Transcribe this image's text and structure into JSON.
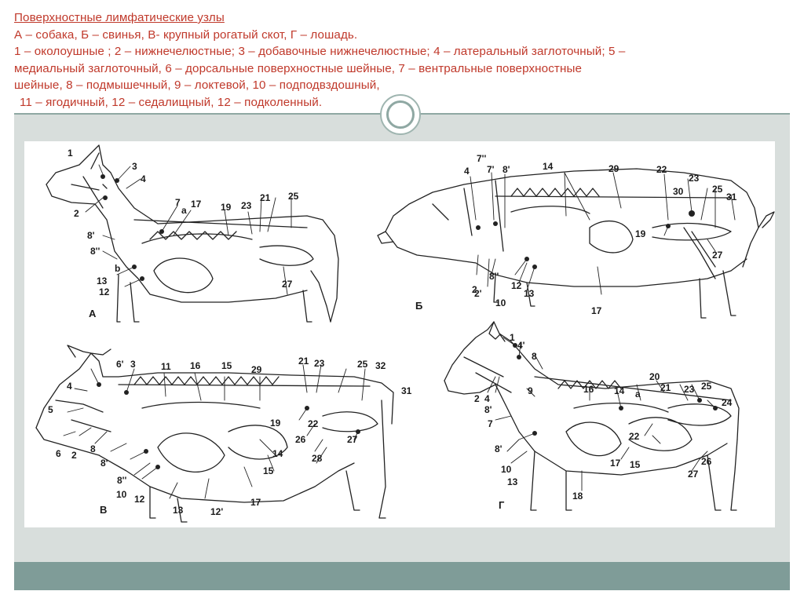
{
  "slide": {
    "title_lines": [
      "Поверхностные лимфатические узлы",
      "А – собака, Б – свинья, В- крупный рогатый скот, Г – лошадь.",
      "1 – околоушные ; 2 – нижнечелюстные; 3 – добавочные нижнечелюстные; 4 – латеральный заглоточный; 5 –",
      "медиальный заглоточный, 6 – дорсальные поверхностные шейные, 7 – вентральные поверхностные",
      "шейные, 8 – подмышечный, 9 – локтевой, 10 – подподвздошный,",
      "11 – ягодичный, 12 – седалищный, 12 – подколенный."
    ],
    "title_color": "#c0392b",
    "band_color": "#d8dedc",
    "bar_color": "#7f9c98"
  },
  "figure": {
    "panels": [
      {
        "letter": "А",
        "labels": [
          "1",
          "3",
          "4",
          "2",
          "7",
          "a",
          "17",
          "19",
          "23",
          "21",
          "25",
          "8'",
          "8''",
          "b",
          "13",
          "12",
          "27"
        ]
      },
      {
        "letter": "Б",
        "labels": [
          "7''",
          "4",
          "7'",
          "8'",
          "14",
          "29",
          "22",
          "23",
          "30",
          "25",
          "31",
          "19",
          "27",
          "2",
          "2'",
          "8''",
          "12",
          "13",
          "10",
          "17"
        ]
      },
      {
        "letter": "В",
        "labels": [
          "6'",
          "3",
          "11",
          "16",
          "15",
          "29",
          "21",
          "23",
          "25",
          "32",
          "31",
          "4",
          "5",
          "6",
          "2",
          "8",
          "8'",
          "8''",
          "10",
          "12",
          "13",
          "12'",
          "17",
          "15",
          "14",
          "19",
          "22",
          "26",
          "27",
          "28"
        ]
      },
      {
        "letter": "Г",
        "labels": [
          "1",
          "4'",
          "8",
          "2",
          "4",
          "9",
          "8'",
          "7",
          "16",
          "14",
          "20",
          "a",
          "21",
          "23",
          "25",
          "24",
          "22",
          "8'",
          "10",
          "13",
          "17",
          "15",
          "18",
          "26",
          "27"
        ]
      }
    ]
  }
}
